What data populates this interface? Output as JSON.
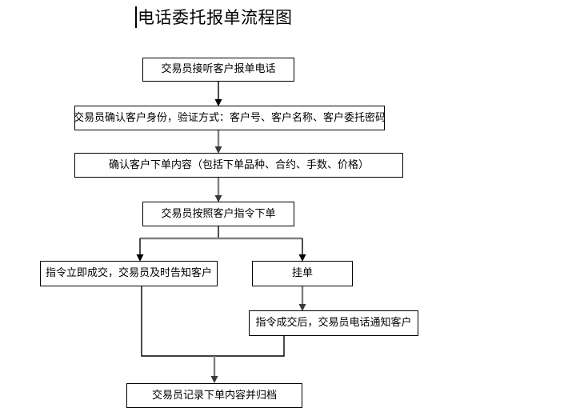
{
  "document": {
    "title": "电话委托报单流程图",
    "caret_visible": true,
    "background_color": "#ffffff",
    "line_color": "#000000",
    "connector_gray": "#808080"
  },
  "flowchart": {
    "type": "flowchart",
    "orientation": "top-to-bottom",
    "nodes": [
      {
        "id": "n1",
        "label": "交易员接听客户报单电话",
        "shape": "rectangle"
      },
      {
        "id": "n2",
        "label": "交易员确认客户身份，验证方式：客户号、客户名称、客户委托密码",
        "shape": "rectangle"
      },
      {
        "id": "n3",
        "label": "确认客户下单内容（包括下单品种、合约、手数、价格）",
        "shape": "rectangle"
      },
      {
        "id": "n4",
        "label": "交易员按照客户指令下单",
        "shape": "rectangle"
      },
      {
        "id": "n5",
        "label": "指令立即成交，交易员及时告知客户",
        "shape": "rectangle"
      },
      {
        "id": "n6",
        "label": "挂单",
        "shape": "rectangle"
      },
      {
        "id": "n7",
        "label": "指令成交后，交易员电话通知客户",
        "shape": "rectangle"
      },
      {
        "id": "n8",
        "label": "交易员记录下单内容并归档",
        "shape": "rectangle"
      }
    ],
    "edges": [
      {
        "from": "n1",
        "to": "n2",
        "style": "straight-arrow"
      },
      {
        "from": "n2",
        "to": "n3",
        "style": "straight-arrow"
      },
      {
        "from": "n3",
        "to": "n4",
        "style": "straight-arrow"
      },
      {
        "from": "n4",
        "to": "n5",
        "style": "split-left-arrow"
      },
      {
        "from": "n4",
        "to": "n6",
        "style": "split-right-arrow"
      },
      {
        "from": "n6",
        "to": "n7",
        "style": "straight-arrow"
      },
      {
        "from": "n5",
        "to": "n8",
        "style": "merge-arrow"
      },
      {
        "from": "n7",
        "to": "n8",
        "style": "merge-arrow"
      }
    ]
  }
}
